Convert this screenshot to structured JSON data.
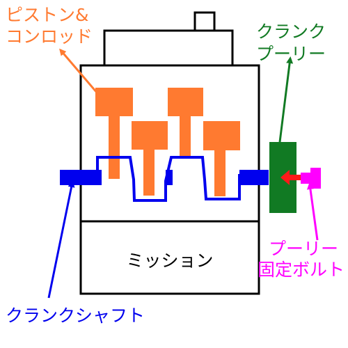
{
  "labels": {
    "piston_line1": "ピストン&",
    "piston_line2": "コンロッド",
    "pulley_line1": "クランク",
    "pulley_line2": "プーリー",
    "bolt_line1": "プーリー",
    "bolt_line2": "固定ボルト",
    "crankshaft": "クランクシャフト",
    "transmission": "ミッション"
  },
  "colors": {
    "piston": "#ff7a30",
    "crankshaft": "#0000ee",
    "pulley": "#117a23",
    "bolt": "#ff00ff",
    "arrow_red": "#ff1a1a",
    "outline": "#000000"
  }
}
